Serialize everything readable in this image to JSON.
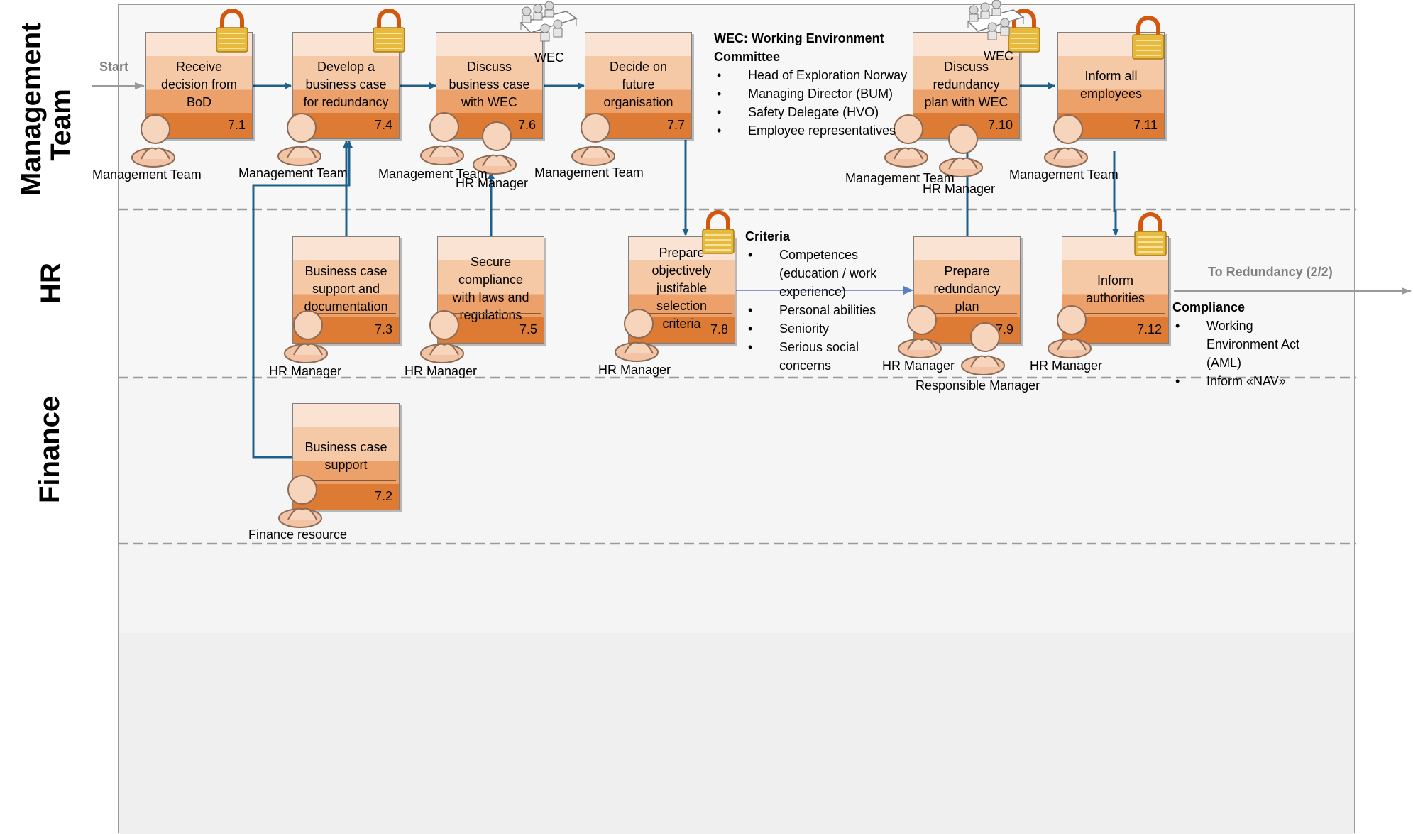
{
  "lanes": [
    {
      "key": "management",
      "label": "Management\nTeam"
    },
    {
      "key": "hr",
      "label": "HR"
    },
    {
      "key": "finance",
      "label": "Finance"
    }
  ],
  "start_label": "Start",
  "end_label": "To Redundancy (2/2)",
  "meeting_label": "WEC",
  "tasks": [
    {
      "id": "7.1",
      "title": "Receive decision from BoD",
      "lines": [
        "Receive",
        "decision from",
        "BoD"
      ],
      "role": "Management Team",
      "lock": true
    },
    {
      "id": "7.4",
      "title": "Develop a business case for redundancy",
      "lines": [
        "Develop a",
        "business case",
        "for redundancy"
      ],
      "role": "Management Team",
      "lock": true
    },
    {
      "id": "7.6",
      "title": "Discuss business case with WEC",
      "lines": [
        "Discuss",
        "business case",
        "with WEC"
      ],
      "role": "Management Team",
      "role2": "HR Manager",
      "meeting": true
    },
    {
      "id": "7.7",
      "title": "Decide on future organisation",
      "lines": [
        "Decide on",
        "future",
        "organisation"
      ],
      "role": "Management Team"
    },
    {
      "id": "7.10",
      "title": "Discuss redundancy plan with WEC",
      "lines": [
        "Discuss",
        "redundancy",
        "plan with WEC"
      ],
      "role": "Management Team",
      "role2": "HR Manager",
      "meeting": true,
      "lock": true
    },
    {
      "id": "7.11",
      "title": "Inform all employees",
      "lines": [
        "Inform all",
        "employees"
      ],
      "role": "Management Team",
      "lock": true
    },
    {
      "id": "7.3",
      "title": "Business case support and documentation",
      "lines": [
        "Business case",
        "support and",
        "documentation"
      ],
      "role": "HR Manager"
    },
    {
      "id": "7.5",
      "title": "Secure compliance with laws and regulations",
      "lines": [
        "Secure",
        "compliance",
        "with laws and",
        "regulations"
      ],
      "role": "HR Manager"
    },
    {
      "id": "7.8",
      "title": "Prepare objectively justifable selection criteria",
      "lines": [
        "Prepare",
        "objectively",
        "justifable",
        "selection",
        "criteria"
      ],
      "role": "HR Manager",
      "lock": true
    },
    {
      "id": "7.9",
      "title": "Prepare redundancy plan",
      "lines": [
        "Prepare",
        "redundancy",
        "plan"
      ],
      "role": "HR Manager",
      "role2": "Responsible Manager"
    },
    {
      "id": "7.12",
      "title": "Inform authorities",
      "lines": [
        "Inform",
        "authorities"
      ],
      "role": "HR Manager",
      "lock": true
    },
    {
      "id": "7.2",
      "title": "Business case support",
      "lines": [
        "Business case",
        "support"
      ],
      "role": "Finance resource"
    }
  ],
  "notes": {
    "wec": {
      "title": "WEC: Working Environment Committee",
      "items": [
        "Head of Exploration Norway",
        "Managing Director (BUM)",
        "Safety Delegate (HVO)",
        "Employee representatives"
      ]
    },
    "criteria": {
      "title": "Criteria",
      "items": [
        "Competences (education / work experience)",
        "Personal abilities",
        "Seniority",
        "Serious social concerns"
      ]
    },
    "compliance": {
      "title": "Compliance",
      "items": [
        "Working Environment Act (AML)",
        "Inform «NAV»"
      ]
    }
  },
  "colors": {
    "task_top": "#fbe3d3",
    "task_band2": "#f5c8a6",
    "task_band3": "#eda16a",
    "task_bottom": "#dd7a34",
    "connector": "#1f5f8b",
    "lock_body": "#e8b93f",
    "lock_shackle": "#d4570f",
    "lane_divider": "#9a9a9a",
    "flow_text": "#808080"
  }
}
